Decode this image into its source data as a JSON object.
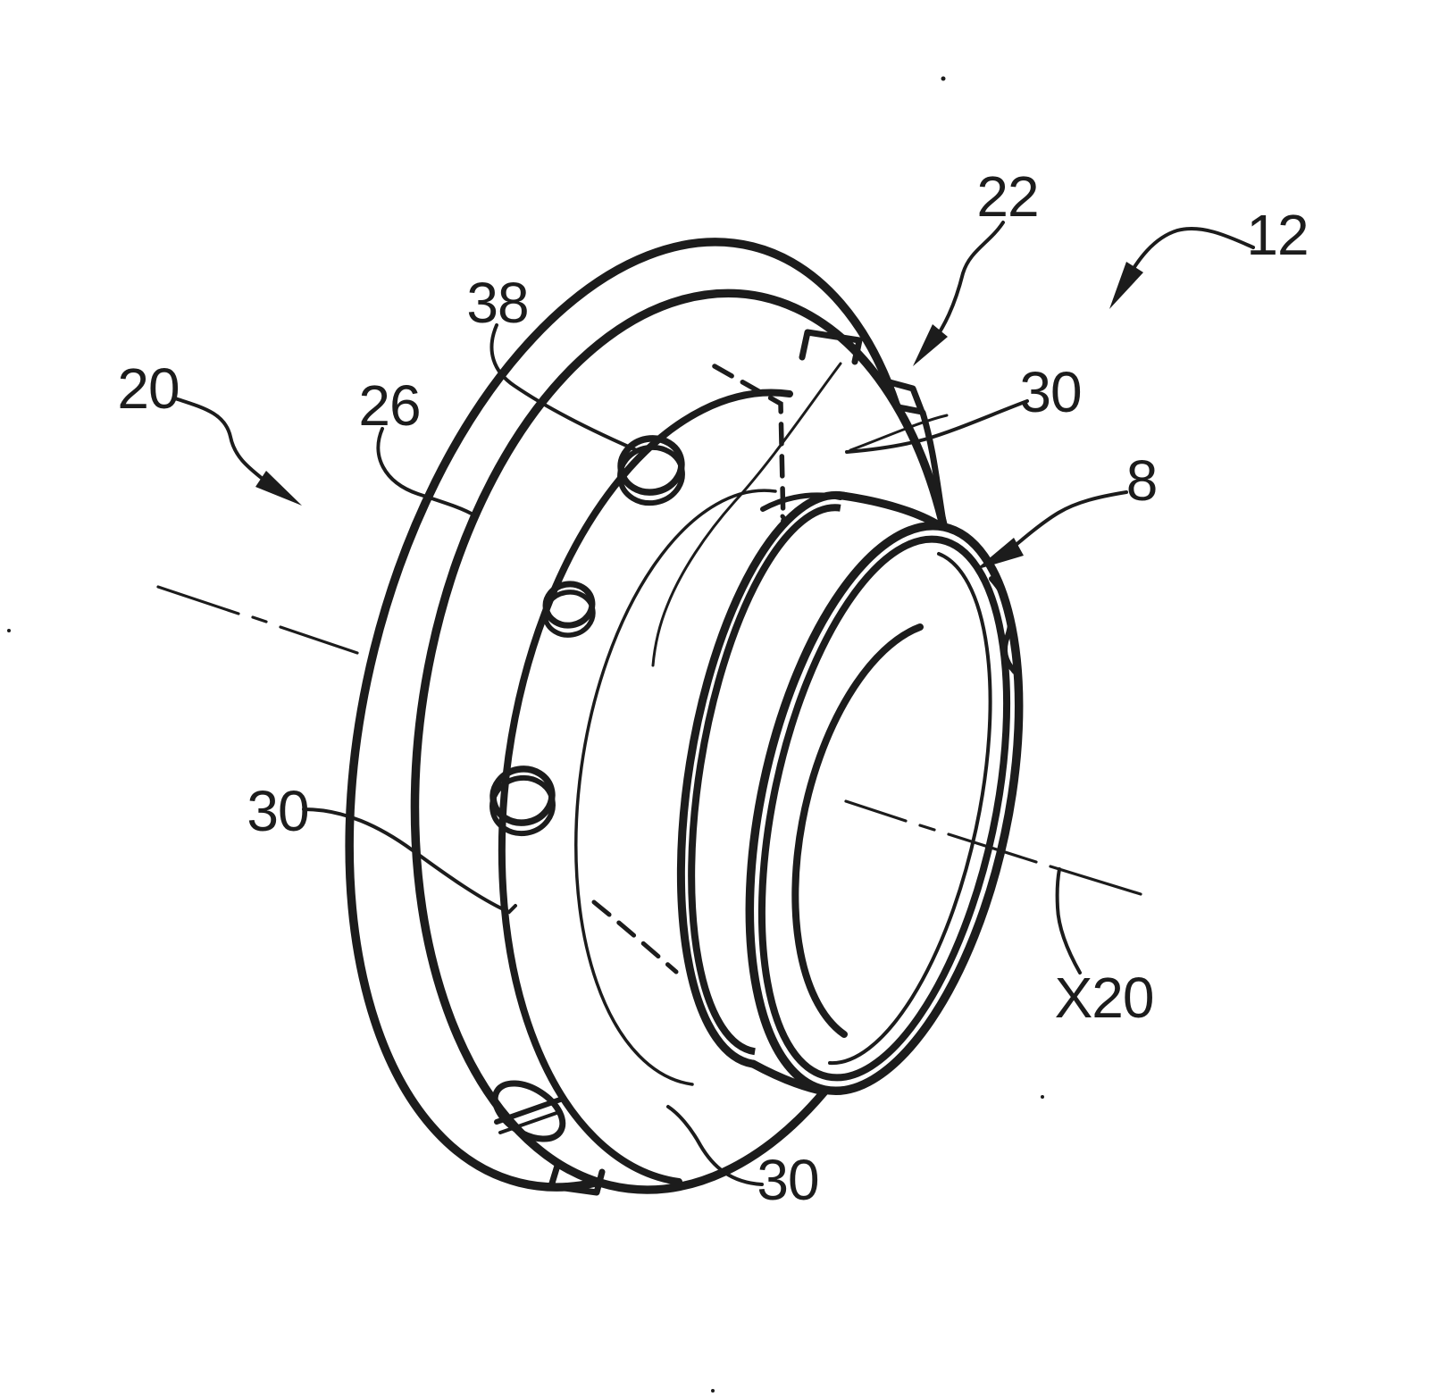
{
  "figure": {
    "kind": "patent-line-drawing",
    "subject": "flanged hub ring assembly, perspective view",
    "colors": {
      "ink": "#1c1c1c",
      "paper": "#ffffff"
    },
    "labels": {
      "l20": {
        "text": "20",
        "role": "assembly reference with arrow"
      },
      "l26": {
        "text": "26",
        "role": "outer rim reference"
      },
      "l38": {
        "text": "38",
        "role": "bolt hole reference"
      },
      "l22": {
        "text": "22",
        "role": "rim band reference with arrow"
      },
      "l12": {
        "text": "12",
        "role": "part reference with arrow"
      },
      "l30top": {
        "text": "30",
        "role": "face zone reference (upper right)"
      },
      "l8": {
        "text": "8",
        "role": "hub rim reference with arrow"
      },
      "l30left": {
        "text": "30",
        "role": "face zone reference (left)"
      },
      "l30bottom": {
        "text": "30",
        "role": "face zone reference (bottom)"
      },
      "lx20": {
        "text": "X20",
        "role": "axis reference"
      }
    }
  }
}
